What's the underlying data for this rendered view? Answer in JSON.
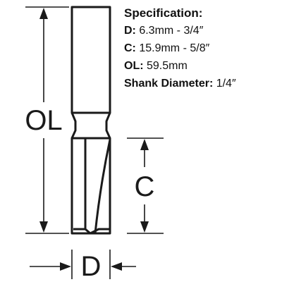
{
  "specification": {
    "title": "Specification:",
    "rows": [
      {
        "key": "D:",
        "value": " 6.3mm - 3/4″"
      },
      {
        "key": "C:",
        "value": " 15.9mm - 5/8″"
      },
      {
        "key": "OL:",
        "value": " 59.5mm"
      },
      {
        "key": "Shank Diameter:",
        "value": " 1/4″"
      }
    ]
  },
  "dimensions": {
    "overall_length_label": "OL",
    "cutting_length_label": "C",
    "diameter_label": "D"
  }
}
